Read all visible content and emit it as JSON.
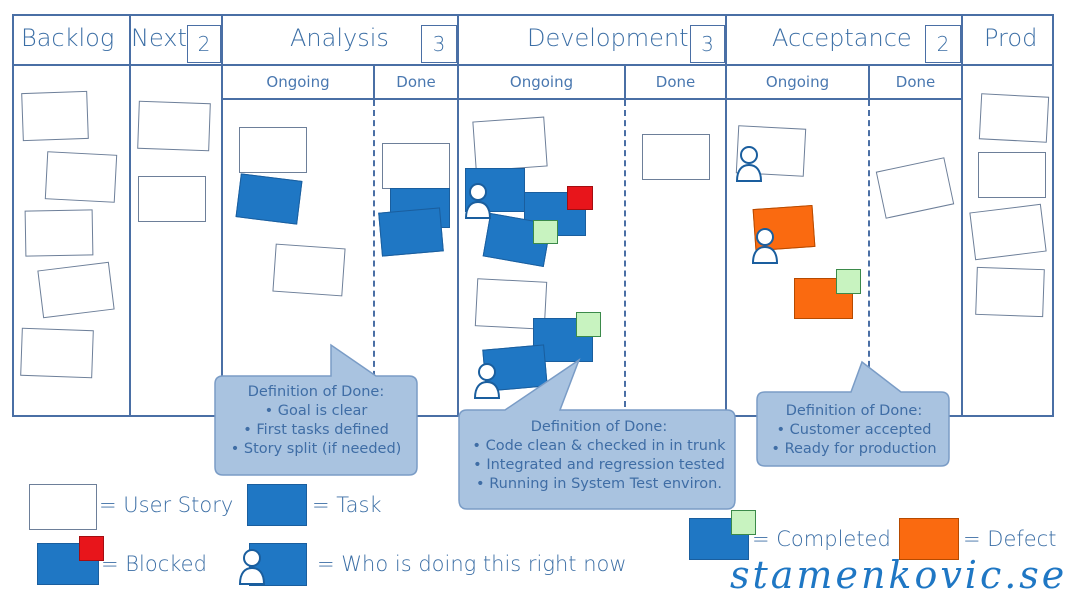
{
  "columns": {
    "backlog": {
      "title": "Backlog"
    },
    "next": {
      "title": "Next",
      "wip": "2"
    },
    "analysis": {
      "title": "Analysis",
      "wip": "3",
      "ongoing": "Ongoing",
      "done": "Done"
    },
    "development": {
      "title": "Development",
      "wip": "3",
      "ongoing": "Ongoing",
      "done": "Done"
    },
    "acceptance": {
      "title": "Acceptance",
      "wip": "2",
      "ongoing": "Ongoing",
      "done": "Done"
    },
    "prod": {
      "title": "Prod"
    }
  },
  "dod_analysis": {
    "title": "Definition of Done:",
    "items": [
      "Goal is clear",
      "First tasks defined",
      "Story split (if needed)"
    ]
  },
  "dod_development": {
    "title": "Definition of Done:",
    "items": [
      "Code clean & checked in in trunk",
      "Integrated and regression tested",
      "Running in System Test environ."
    ]
  },
  "dod_acceptance": {
    "title": "Definition of Done:",
    "items": [
      "Customer accepted",
      "Ready for production"
    ]
  },
  "legend": {
    "user_story": "= User Story",
    "task": "= Task",
    "blocked": "= Blocked",
    "who": "= Who is doing this right now",
    "completed": "= Completed",
    "defect": "= Defect"
  },
  "brand": "stamenkovic.se",
  "colors": {
    "line": "#4a6fa5",
    "task": "#1f77c4",
    "defect": "#fa6a10",
    "blocked": "#e8151b",
    "completed": "#c8f3c0",
    "callout": "#a9c3e0"
  }
}
